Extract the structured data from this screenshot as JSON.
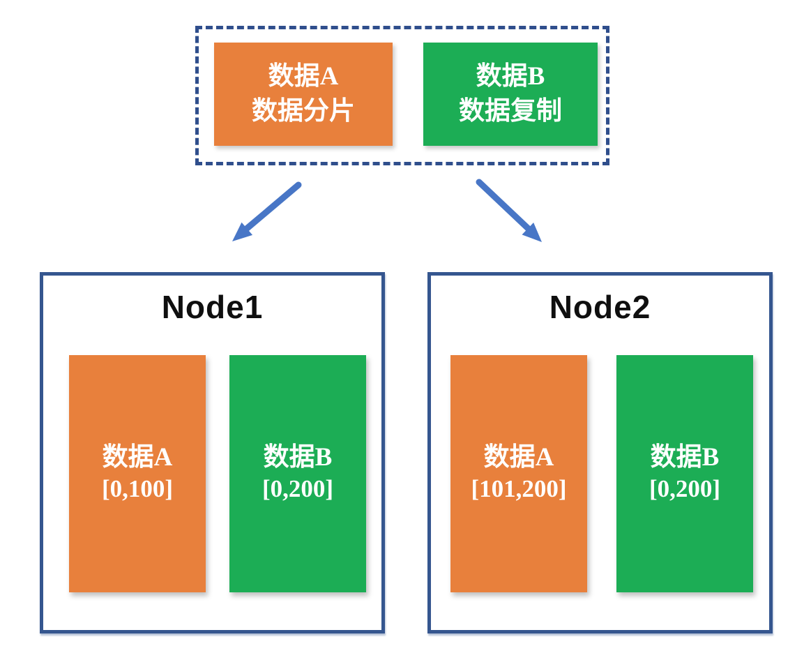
{
  "source_group": {
    "shard_box": {
      "line1": "数据A",
      "line2": "数据分片"
    },
    "replica_box": {
      "line1": "数据B",
      "line2": "数据复制"
    }
  },
  "nodes": [
    {
      "title": "Node1",
      "items": [
        {
          "label": "数据A",
          "range": "[0,100]"
        },
        {
          "label": "数据B",
          "range": "[0,200]"
        }
      ]
    },
    {
      "title": "Node2",
      "items": [
        {
          "label": "数据A",
          "range": "[101,200]"
        },
        {
          "label": "数据B",
          "range": "[0,200]"
        }
      ]
    }
  ],
  "colors": {
    "orange": "#E8803C",
    "green": "#1CAD55",
    "arrow_blue": "#4876C6",
    "dashed_border": "#2F4E8C",
    "node_border": "#35568F"
  }
}
